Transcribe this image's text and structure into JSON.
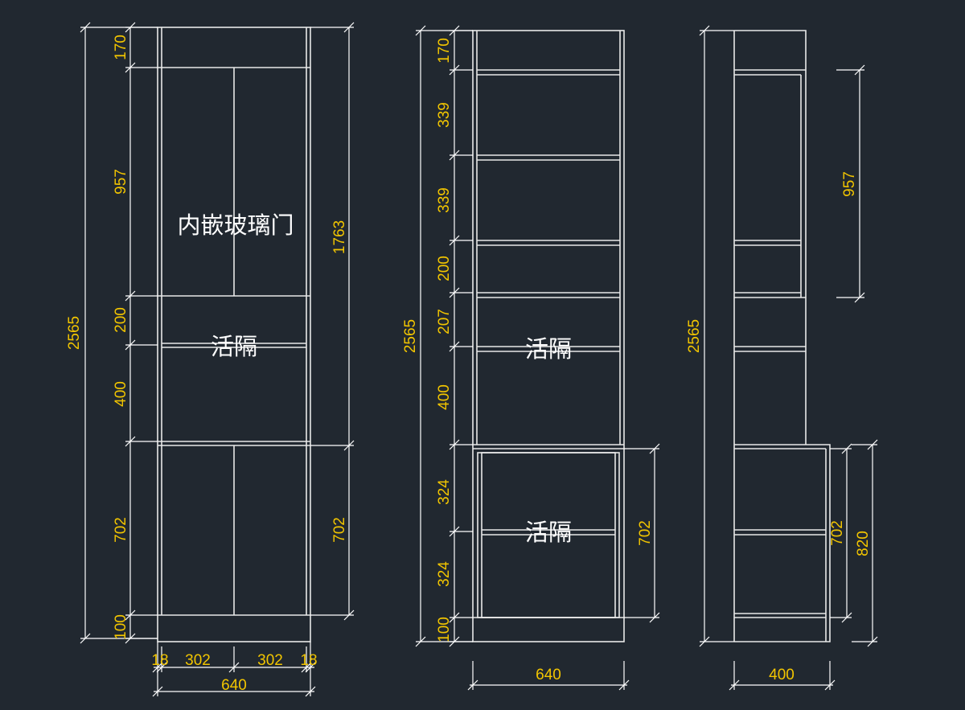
{
  "views": {
    "front": {
      "height_total": "2565",
      "segments_left": [
        "170",
        "957",
        "200",
        "400",
        "702",
        "100"
      ],
      "segments_right": [
        "1763",
        "702"
      ],
      "widths_top": [
        "18",
        "302",
        "302",
        "18"
      ],
      "width_total": "640",
      "label_glass": "内嵌玻璃门",
      "label_shelf": "活隔"
    },
    "middle": {
      "height_total": "2565",
      "segments_left": [
        "170",
        "339",
        "339",
        "200",
        "207",
        "400",
        "324",
        "324",
        "100"
      ],
      "segment_right": "702",
      "width_total": "640",
      "label_shelf_upper": "活隔",
      "label_shelf_lower": "活隔"
    },
    "side": {
      "height_total": "2565",
      "segment_upper": "957",
      "segment_lower_inner": "702",
      "segment_lower_outer": "820",
      "width_total": "400"
    }
  },
  "colors": {
    "background": "#212830",
    "drawing": "#e8e8e8",
    "dimension_text": "#f2c500"
  }
}
